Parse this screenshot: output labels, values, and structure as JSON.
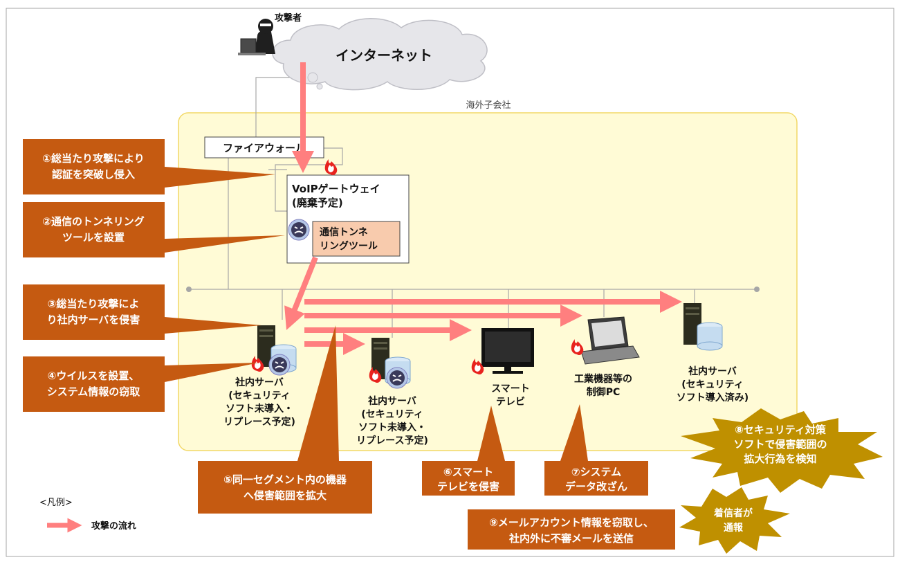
{
  "attacker_label": "攻撃者",
  "internet_label": "インターネット",
  "subsidiary_label": "海外子会社",
  "firewall_label": "ファイアウォール",
  "voip": {
    "line1": "VoIPゲートウェイ",
    "line2": "(廃棄予定)"
  },
  "tunnel": {
    "line1": "通信トンネ",
    "line2": "リングツール"
  },
  "steps": {
    "s1": [
      "①総当たり攻撃により",
      "認証を突破し侵入"
    ],
    "s2": [
      "②通信のトンネリング",
      "ツールを設置"
    ],
    "s3": [
      "③総当たり攻撃によ",
      "り社内サーバを侵害"
    ],
    "s4": [
      "④ウイルスを設置、",
      "システム情報の窃取"
    ],
    "s5": [
      "⑤同一セグメント内の機器",
      "へ侵害範囲を拡大"
    ],
    "s6": [
      "⑥スマート",
      "テレビを侵害"
    ],
    "s7": [
      "⑦システム",
      "データ改ざん"
    ],
    "s8": [
      "⑧セキュリティ対策",
      "ソフトで侵害範囲の",
      "拡大行為を検知"
    ],
    "s9": [
      "⑨メールアカウント情報を窃取し、",
      "社内外に不審メールを送信"
    ],
    "caller": [
      "着信者が",
      "通報"
    ]
  },
  "devices": {
    "server1": [
      "社内サーバ",
      "(セキュリティ",
      "ソフト未導入・",
      "リプレース予定)"
    ],
    "server2": [
      "社内サーバ",
      "(セキュリティ",
      "ソフト未導入・",
      "リプレース予定)"
    ],
    "tv": [
      "スマート",
      "テレビ"
    ],
    "pc": [
      "工業機器等の",
      "制御PC"
    ],
    "server3": [
      "社内サーバ",
      "(セキュリティ",
      "ソフト導入済み)"
    ]
  },
  "legend": {
    "title": "<凡例>",
    "item": "攻撃の流れ"
  },
  "colors": {
    "callout": "#c55a11",
    "burst": "#bf9000",
    "arrow": "#ff7f7f",
    "zone": "#fffbd6",
    "zone_border": "#f2d866",
    "tunnel_fill": "#f8cbad"
  }
}
